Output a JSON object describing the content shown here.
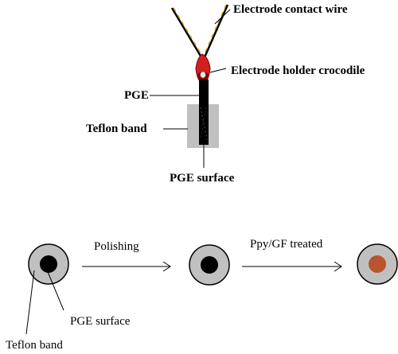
{
  "labels": {
    "electrode_contact_wire": "Electrode contact wire",
    "electrode_holder_crocodile": "Electrode holder crocodile",
    "pge": "PGE",
    "teflon_band_top": "Teflon band",
    "pge_surface_top": "PGE surface",
    "polishing": "Polishing",
    "ppy_gf_treated": "Ppy/GF treated",
    "pge_surface_bottom": "PGE surface",
    "teflon_band_bottom": "Teflon band"
  },
  "colors": {
    "wire_left": "#c8a400",
    "wire_right": "#d4aa00",
    "wire_dark": "#000000",
    "crocodile_red": "#d02020",
    "teflon_gray": "#c0c0c0",
    "pge_black": "#000000",
    "ppy_gf_brown": "#b8552e",
    "line": "#000000"
  }
}
